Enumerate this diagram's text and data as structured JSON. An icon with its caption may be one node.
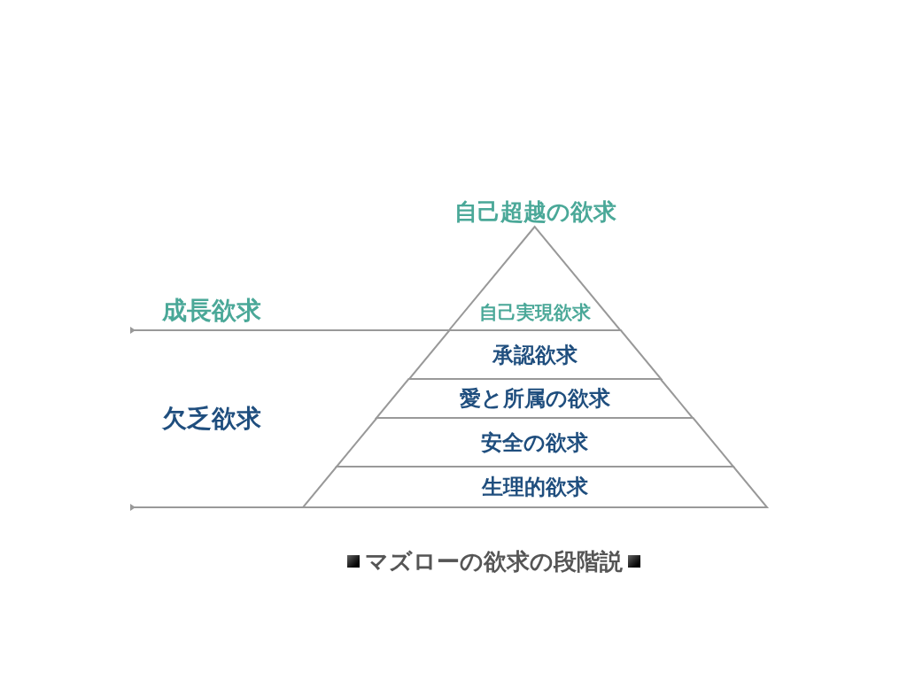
{
  "diagram": {
    "title": "自己超越の欲求",
    "caption": "マズローの欲求の段階説",
    "nodes": [
      {
        "text": [
          "自己実現欲求"
        ]
      },
      {
        "text": [
          "承認欲求"
        ]
      },
      {
        "text": [
          "愛と所属の欲求"
        ]
      },
      {
        "text": [
          "安全の欲求"
        ]
      },
      {
        "text": [
          "生理的欲求"
        ]
      }
    ],
    "edges": [],
    "labels": [
      "成長欲求",
      "欠乏欲求"
    ]
  }
}
